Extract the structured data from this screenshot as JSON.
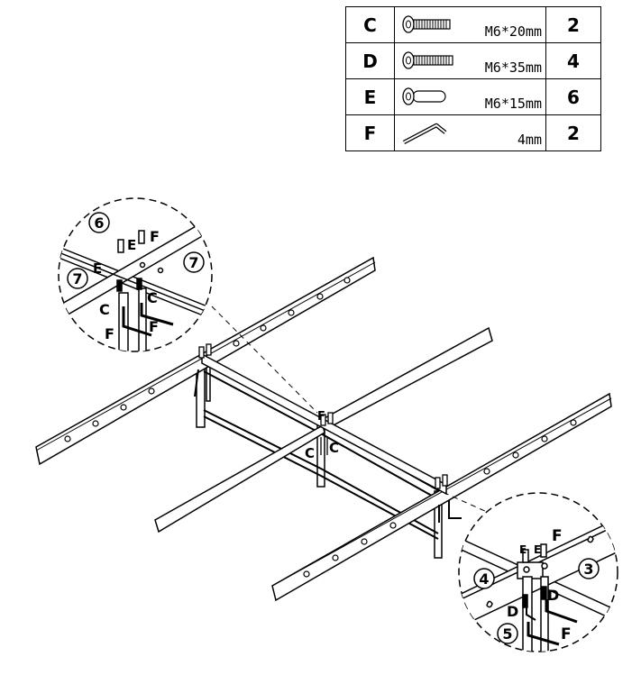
{
  "parts": [
    {
      "letter": "C",
      "icon": "bolt-icon",
      "spec": "M6*20mm",
      "qty": "2"
    },
    {
      "letter": "D",
      "icon": "bolt-icon",
      "spec": "M6*35mm",
      "qty": "4"
    },
    {
      "letter": "E",
      "icon": "barrel-nut-icon",
      "spec": "M6*15mm",
      "qty": "6"
    },
    {
      "letter": "F",
      "icon": "allen-key-icon",
      "spec": "4mm",
      "qty": "2"
    }
  ],
  "callouts": {
    "top_detail": {
      "six": "6",
      "seven_left": "7",
      "seven_right": "7",
      "e1": "E",
      "e2": "E",
      "f1": "F",
      "c1": "C",
      "c2": "C",
      "f2": "F",
      "f3": "F"
    },
    "center": {
      "f": "F",
      "c1": "C",
      "c2": "C"
    },
    "bottom_detail": {
      "e1": "E",
      "e2": "E",
      "f1": "F",
      "four": "4",
      "three": "3",
      "d1": "D",
      "d2": "D",
      "five": "5",
      "f2": "F"
    }
  }
}
